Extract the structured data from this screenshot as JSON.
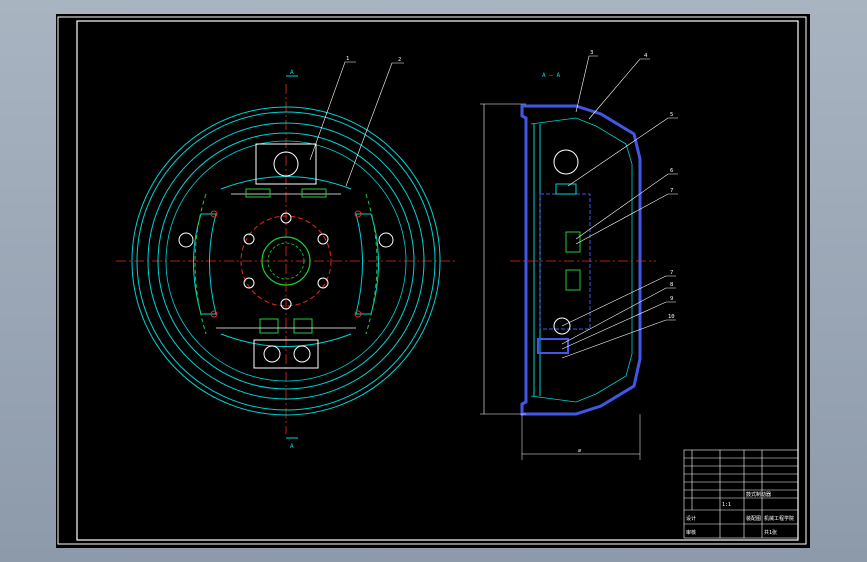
{
  "colors": {
    "background": "#000000",
    "frame": "#ffffff",
    "outline": "#00d2d2",
    "center": "#e8281f",
    "hidden": "#4257e8",
    "hub": "#1fcc33",
    "leader": "#ffffff"
  },
  "section_label": "A — A",
  "section_marks": [
    "A",
    "A"
  ],
  "callouts": [
    {
      "id": "c1",
      "label": "1"
    },
    {
      "id": "c2",
      "label": "2"
    },
    {
      "id": "c3",
      "label": "3"
    },
    {
      "id": "c4",
      "label": "4"
    },
    {
      "id": "c5",
      "label": "5"
    },
    {
      "id": "c6",
      "label": "6"
    },
    {
      "id": "c7",
      "label": "7"
    },
    {
      "id": "c7b",
      "label": "7"
    },
    {
      "id": "c8",
      "label": "8"
    },
    {
      "id": "c9",
      "label": "9"
    },
    {
      "id": "c10",
      "label": "10"
    }
  ],
  "dimension_width": "⌀",
  "title_block": {
    "title": "鼓式制动器",
    "scale": "1:1",
    "drawn": "设计",
    "checked": "审核",
    "school": "机械工程学院",
    "sheet": "共1张",
    "drawing_no": "装配图"
  }
}
